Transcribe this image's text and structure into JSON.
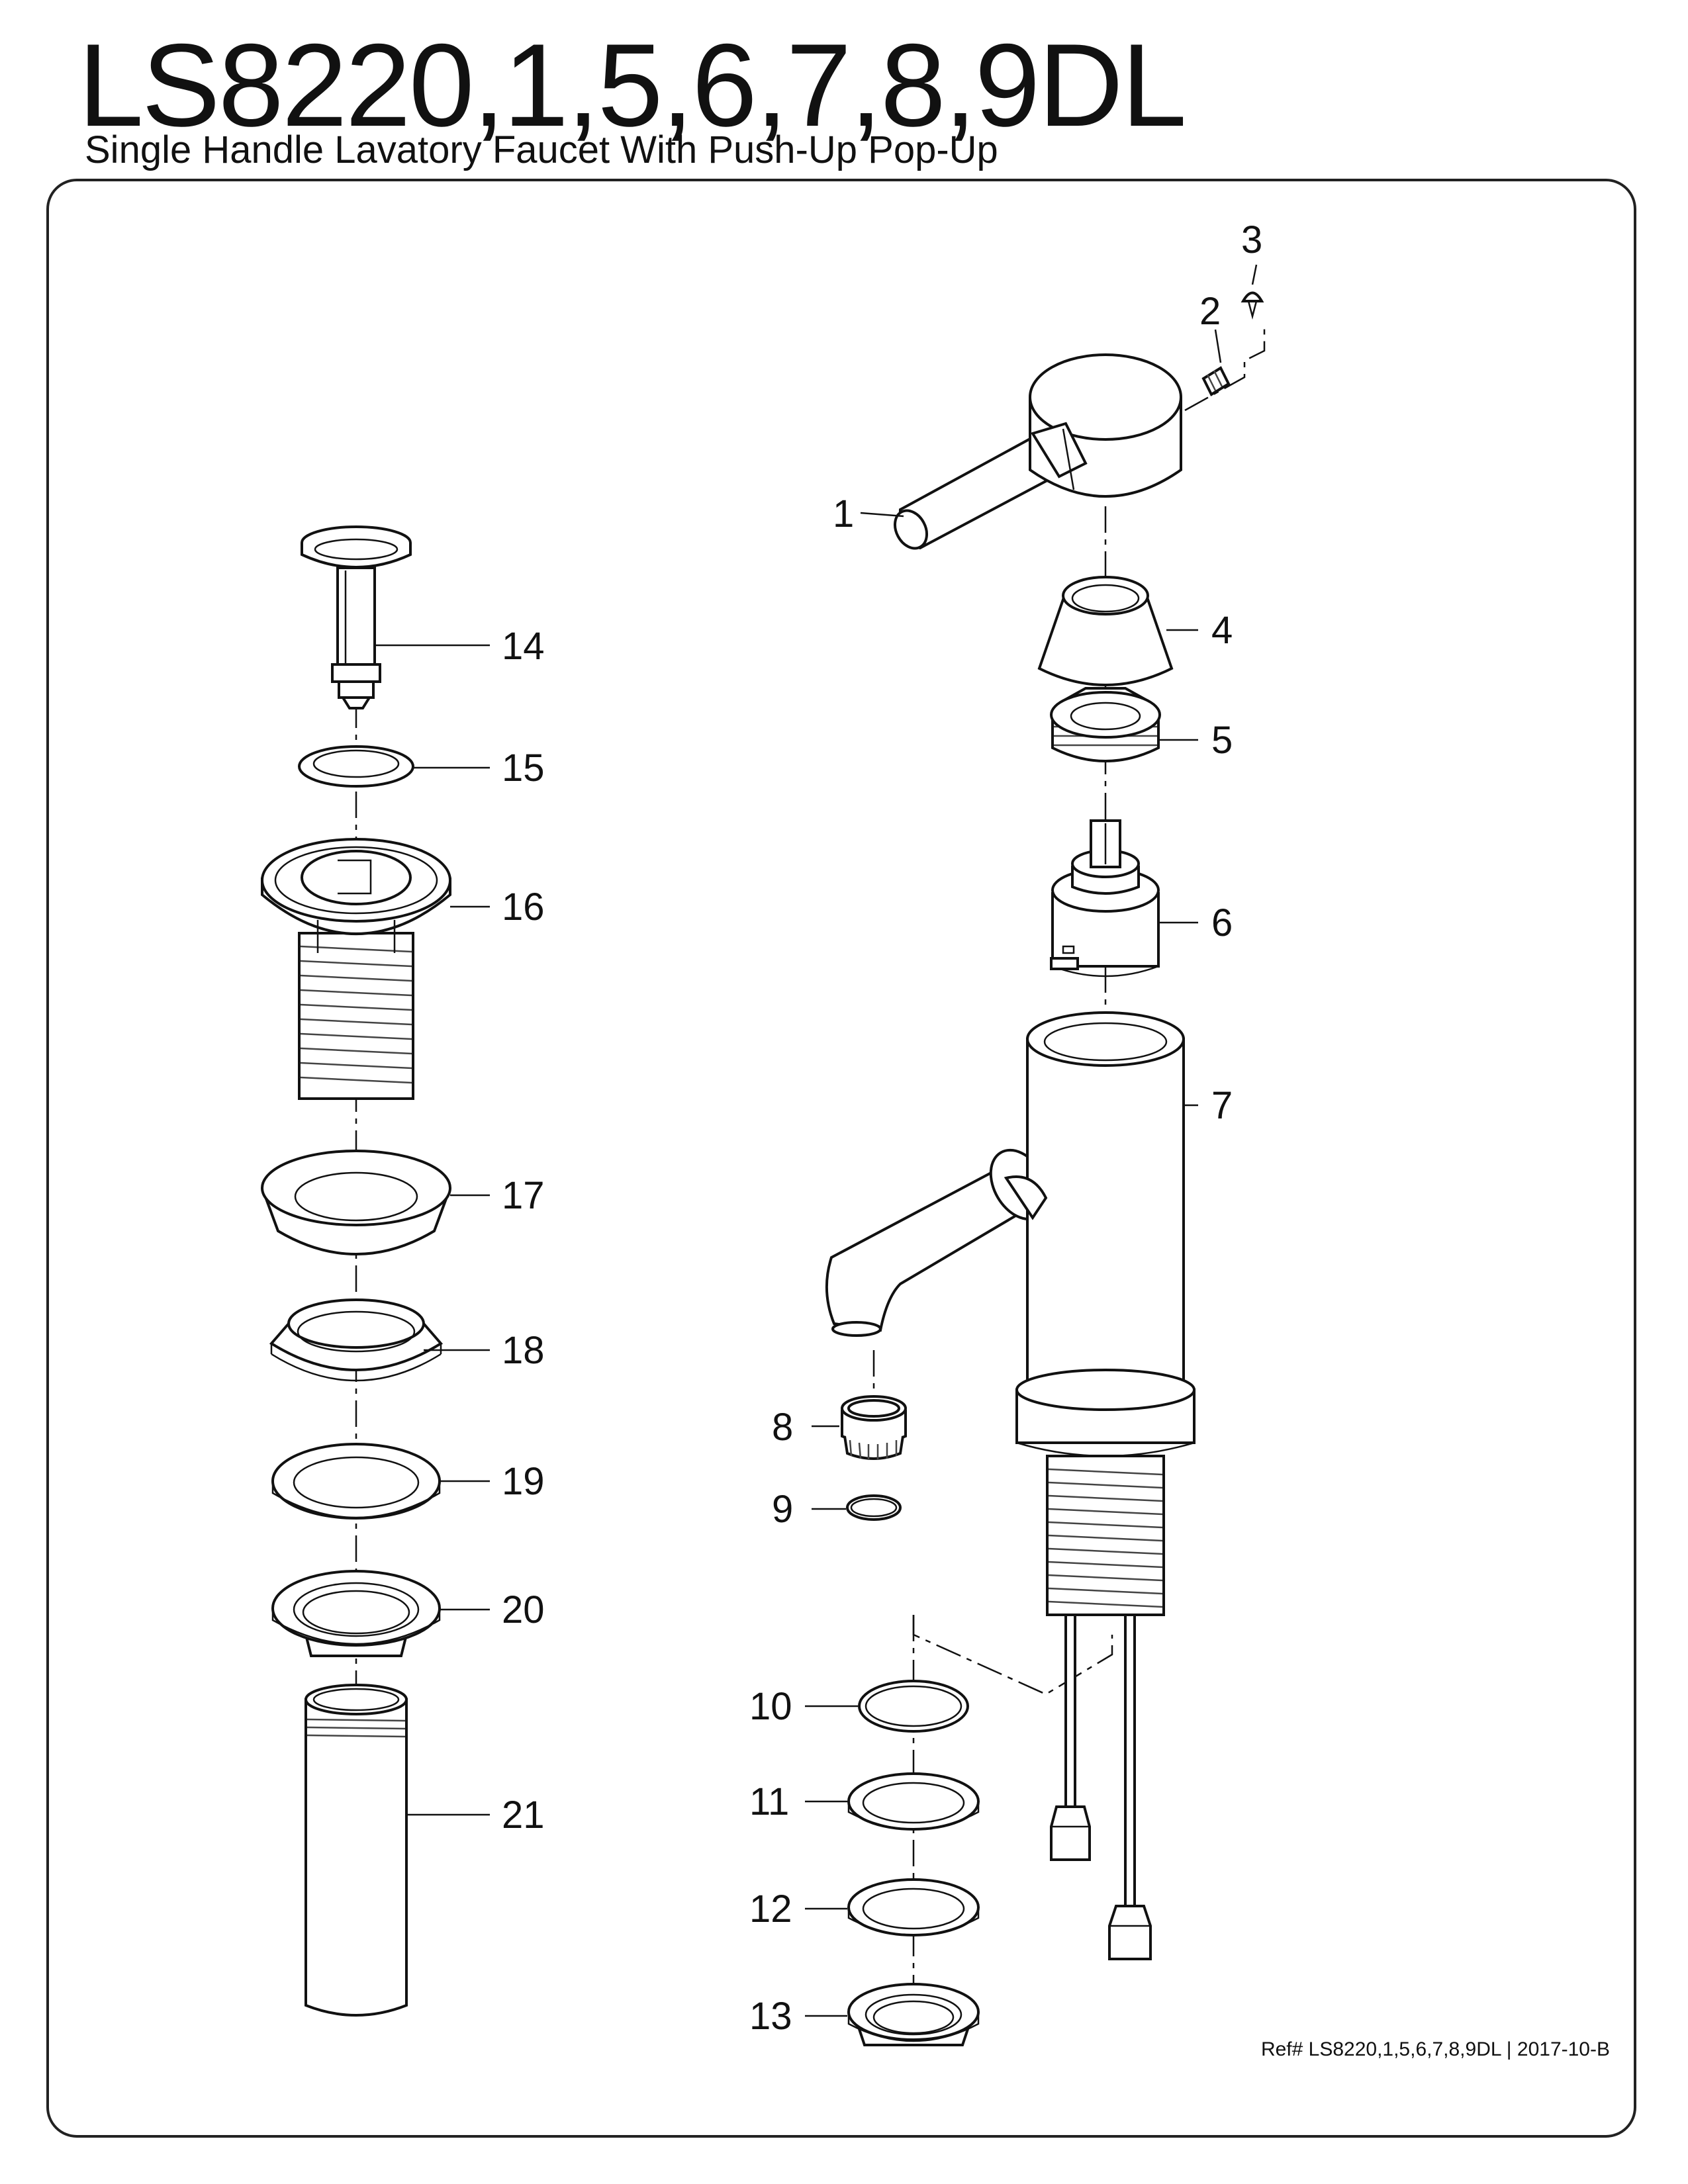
{
  "header": {
    "title": "LS8220,1,5,6,7,8,9DL",
    "subtitle": "Single Handle Lavatory Faucet With Push-Up Pop-Up"
  },
  "callouts": [
    "1",
    "2",
    "3",
    "4",
    "5",
    "6",
    "7",
    "8",
    "9",
    "10",
    "11",
    "12",
    "13",
    "14",
    "15",
    "16",
    "17",
    "18",
    "19",
    "20",
    "21"
  ],
  "footer": {
    "ref": "Ref# LS8220,1,5,6,7,8,9DL | 2017-10-B"
  }
}
